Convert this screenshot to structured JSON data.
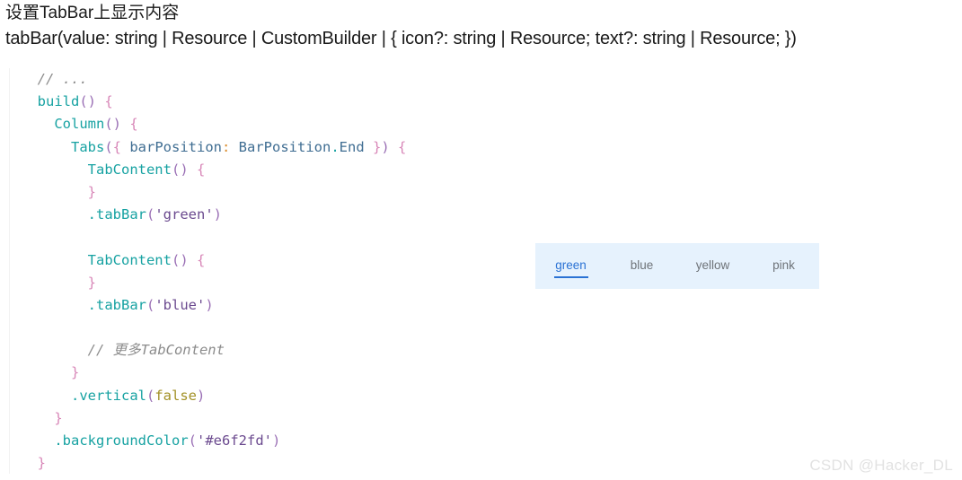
{
  "header": {
    "title": "设置TabBar上显示内容",
    "signature": "tabBar(value: string | Resource | CustomBuilder | { icon?: string | Resource; text?: string | Resource; })"
  },
  "code": {
    "language": "ets",
    "lines": [
      {
        "indent": 2,
        "tokens": [
          {
            "t": "// ...",
            "c": "comment"
          }
        ]
      },
      {
        "indent": 2,
        "tokens": [
          {
            "t": "build",
            "c": "fn"
          },
          {
            "t": "()",
            "c": "paren"
          },
          {
            "t": " ",
            "c": "plain"
          },
          {
            "t": "{",
            "c": "brace"
          }
        ]
      },
      {
        "indent": 4,
        "tokens": [
          {
            "t": "Column",
            "c": "fn"
          },
          {
            "t": "()",
            "c": "paren"
          },
          {
            "t": " ",
            "c": "plain"
          },
          {
            "t": "{",
            "c": "brace"
          }
        ]
      },
      {
        "indent": 6,
        "tokens": [
          {
            "t": "Tabs",
            "c": "fn"
          },
          {
            "t": "(",
            "c": "paren"
          },
          {
            "t": "{",
            "c": "brace"
          },
          {
            "t": " barPosition",
            "c": "id"
          },
          {
            "t": ":",
            "c": "colon"
          },
          {
            "t": " BarPosition",
            "c": "id"
          },
          {
            "t": ".",
            "c": "dot"
          },
          {
            "t": "End",
            "c": "id"
          },
          {
            "t": " ",
            "c": "plain"
          },
          {
            "t": "}",
            "c": "brace"
          },
          {
            "t": ")",
            "c": "paren"
          },
          {
            "t": " ",
            "c": "plain"
          },
          {
            "t": "{",
            "c": "brace"
          }
        ]
      },
      {
        "indent": 8,
        "tokens": [
          {
            "t": "TabContent",
            "c": "fn"
          },
          {
            "t": "()",
            "c": "paren"
          },
          {
            "t": " ",
            "c": "plain"
          },
          {
            "t": "{",
            "c": "brace"
          }
        ]
      },
      {
        "indent": 8,
        "tokens": [
          {
            "t": "}",
            "c": "brace"
          }
        ]
      },
      {
        "indent": 8,
        "tokens": [
          {
            "t": ".",
            "c": "dot"
          },
          {
            "t": "tabBar",
            "c": "method"
          },
          {
            "t": "(",
            "c": "paren"
          },
          {
            "t": "'green'",
            "c": "str"
          },
          {
            "t": ")",
            "c": "paren"
          }
        ]
      },
      {
        "indent": 0,
        "tokens": []
      },
      {
        "indent": 8,
        "tokens": [
          {
            "t": "TabContent",
            "c": "fn"
          },
          {
            "t": "()",
            "c": "paren"
          },
          {
            "t": " ",
            "c": "plain"
          },
          {
            "t": "{",
            "c": "brace"
          }
        ]
      },
      {
        "indent": 8,
        "tokens": [
          {
            "t": "}",
            "c": "brace"
          }
        ]
      },
      {
        "indent": 8,
        "tokens": [
          {
            "t": ".",
            "c": "dot"
          },
          {
            "t": "tabBar",
            "c": "method"
          },
          {
            "t": "(",
            "c": "paren"
          },
          {
            "t": "'blue'",
            "c": "str"
          },
          {
            "t": ")",
            "c": "paren"
          }
        ]
      },
      {
        "indent": 0,
        "tokens": []
      },
      {
        "indent": 8,
        "tokens": [
          {
            "t": "// 更多TabContent",
            "c": "comment"
          }
        ]
      },
      {
        "indent": 6,
        "tokens": [
          {
            "t": "}",
            "c": "brace"
          }
        ]
      },
      {
        "indent": 6,
        "tokens": [
          {
            "t": ".",
            "c": "dot"
          },
          {
            "t": "vertical",
            "c": "method"
          },
          {
            "t": "(",
            "c": "paren"
          },
          {
            "t": "false",
            "c": "bool"
          },
          {
            "t": ")",
            "c": "paren"
          }
        ]
      },
      {
        "indent": 4,
        "tokens": [
          {
            "t": "}",
            "c": "brace"
          }
        ]
      },
      {
        "indent": 4,
        "tokens": [
          {
            "t": ".",
            "c": "dot"
          },
          {
            "t": "backgroundColor",
            "c": "method"
          },
          {
            "t": "(",
            "c": "paren"
          },
          {
            "t": "'#e6f2fd'",
            "c": "str"
          },
          {
            "t": ")",
            "c": "paren"
          }
        ]
      },
      {
        "indent": 2,
        "tokens": [
          {
            "t": "}",
            "c": "brace"
          }
        ]
      }
    ]
  },
  "preview": {
    "background_color": "#e6f2fd",
    "active_color": "#2a72d4",
    "inactive_color": "#6e7378",
    "tabs": [
      {
        "label": "green",
        "active": true
      },
      {
        "label": "blue",
        "active": false
      },
      {
        "label": "yellow",
        "active": false
      },
      {
        "label": "pink",
        "active": false
      }
    ]
  },
  "watermark": {
    "text": "CSDN @Hacker_DL"
  }
}
